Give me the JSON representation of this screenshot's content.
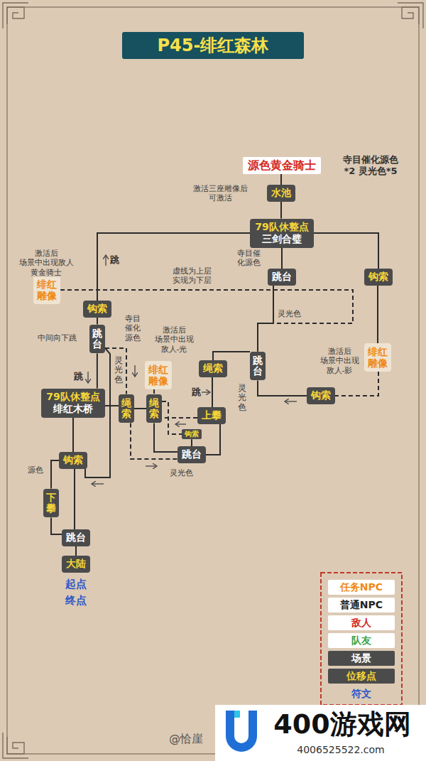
{
  "diagram": {
    "title": "P45-绯红森林",
    "nodes": [
      {
        "text": [
          "源色黄金骑士"
        ]
      },
      {
        "text": [
          "水池"
        ]
      },
      {
        "text": [
          "79队休整点",
          "三剑合璧"
        ]
      },
      {
        "text": [
          "绯红雕像"
        ]
      },
      {
        "text": [
          "跳台"
        ]
      },
      {
        "text": [
          "钩索"
        ]
      },
      {
        "text": [
          "钩索"
        ]
      },
      {
        "text": [
          "跳台"
        ]
      },
      {
        "text": [
          "绯红雕像"
        ]
      },
      {
        "text": [
          "绳索"
        ]
      },
      {
        "text": [
          "跳台"
        ]
      },
      {
        "text": [
          "绯红雕像"
        ]
      },
      {
        "text": [
          "钩索"
        ]
      },
      {
        "text": [
          "79队休整点",
          "绯红木桥"
        ]
      },
      {
        "text": [
          "绳索"
        ]
      },
      {
        "text": [
          "绳索"
        ]
      },
      {
        "text": [
          "上攀"
        ]
      },
      {
        "text": [
          "钩索"
        ]
      },
      {
        "text": [
          "跳台"
        ]
      },
      {
        "text": [
          "钩索"
        ]
      },
      {
        "text": [
          "下攀"
        ]
      },
      {
        "text": [
          "跳台"
        ]
      },
      {
        "text": [
          "大陆"
        ]
      }
    ],
    "edges": [
      {
        "from": 0,
        "to": 1,
        "arrow": "none"
      },
      {
        "from": 1,
        "to": 2,
        "arrow": "none"
      },
      {
        "from": 2,
        "to": 6,
        "arrow": "none"
      },
      {
        "from": 2,
        "to": 5,
        "arrow": "none"
      },
      {
        "from": 2,
        "to": 4,
        "arrow": "none"
      },
      {
        "from": 5,
        "to": 11,
        "arrow": "none"
      },
      {
        "from": 11,
        "to": 12,
        "arrow": "none"
      },
      {
        "from": 12,
        "to": 10,
        "arrow": "none"
      },
      {
        "from": 4,
        "to": 10,
        "arrow": "none"
      },
      {
        "from": 3,
        "to": 10,
        "arrow": "none"
      },
      {
        "from": 10,
        "to": 9,
        "arrow": "none"
      },
      {
        "from": 9,
        "to": 16,
        "arrow": "none"
      },
      {
        "from": 16,
        "to": 18,
        "arrow": "none"
      },
      {
        "from": 16,
        "to": 15,
        "arrow": "none"
      },
      {
        "from": 15,
        "to": 17,
        "arrow": "none"
      },
      {
        "from": 17,
        "to": 18,
        "arrow": "none"
      },
      {
        "from": 14,
        "to": 15,
        "arrow": "none"
      },
      {
        "from": 13,
        "to": 14,
        "arrow": "none"
      },
      {
        "from": 15,
        "to": 18,
        "arrow": "none"
      },
      {
        "from": 14,
        "to": 18,
        "arrow": "none"
      },
      {
        "from": 6,
        "to": 7,
        "arrow": "none"
      },
      {
        "from": 7,
        "to": 13,
        "arrow": "none"
      },
      {
        "from": 7,
        "to": 14,
        "arrow": "none"
      },
      {
        "from": 7,
        "to": 19,
        "arrow": "none"
      },
      {
        "from": 13,
        "to": 19,
        "arrow": "none"
      },
      {
        "from": 19,
        "to": 20,
        "arrow": "none"
      },
      {
        "from": 20,
        "to": 21,
        "arrow": "none"
      },
      {
        "from": 19,
        "to": 21,
        "arrow": "none"
      },
      {
        "from": 21,
        "to": 22,
        "arrow": "none"
      },
      {
        "from": 8,
        "to": 15,
        "arrow": "none"
      }
    ],
    "labels": [
      "激活三座雕像后 可激活",
      "寺目催化源色*2 灵光色*5",
      "激活后 场景中出现敌人 黄金骑士",
      "跳",
      "寺目催 化源色",
      "虚线为上层 实现为下层",
      "灵光色",
      "中间向下跳",
      "寺目 催化 源色",
      "激活后 场景中出现 敌人-光",
      "灵光色",
      "激活后 场景中出现 敌人-影",
      "跳",
      "跳",
      "灵光色",
      "灵光色",
      "源色",
      "起点",
      "终点",
      "@恰崖",
      "400游戏网",
      "4006525522.com"
    ],
    "legend": [
      {
        "text": "任务NPC",
        "color": "#ffffff"
      },
      {
        "text": "普通NPC",
        "color": "#ffffff"
      },
      {
        "text": "敌人",
        "color": "#ffffff"
      },
      {
        "text": "队友",
        "color": "#ffffff"
      },
      {
        "text": "场景",
        "color": "#4b4b4b"
      },
      {
        "text": "位移点",
        "color": "#4b4b4b"
      },
      {
        "text": "符文",
        "color": "#dccab5"
      }
    ]
  }
}
